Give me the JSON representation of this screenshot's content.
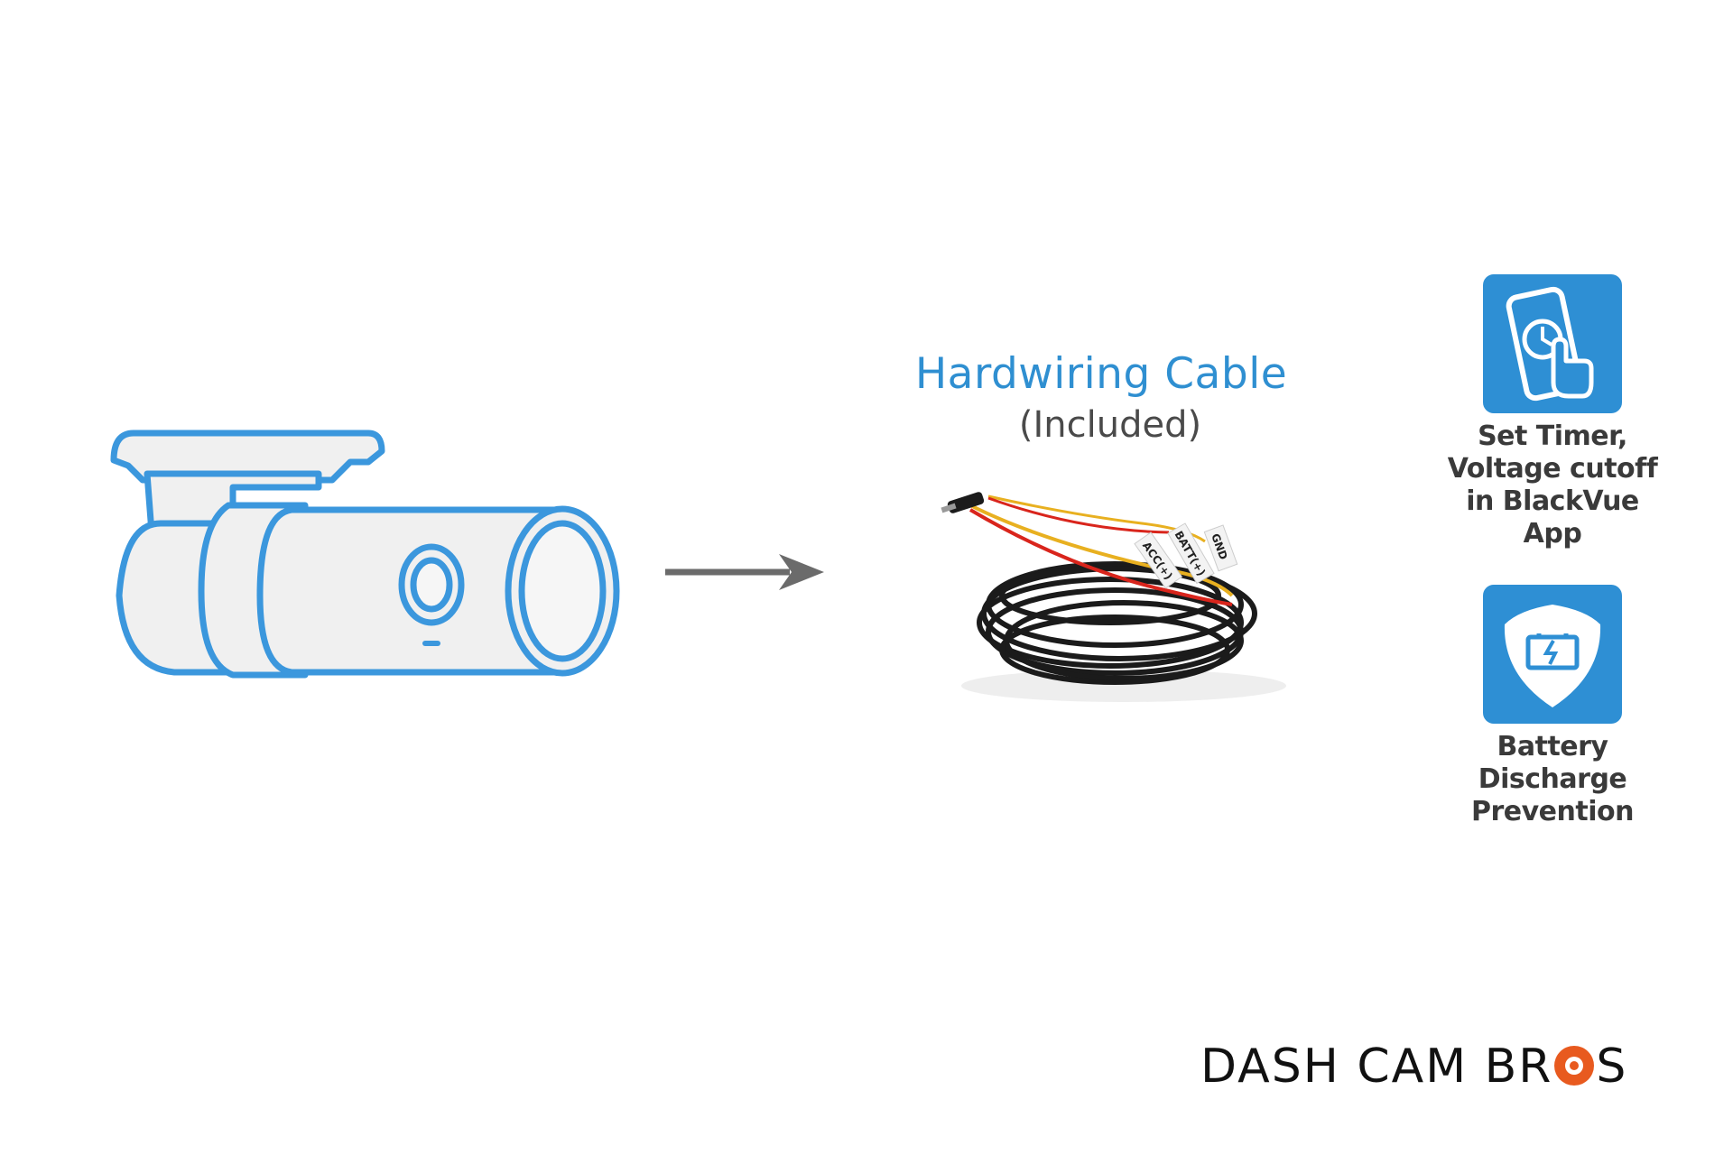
{
  "cable": {
    "title": "Hardwiring Cable",
    "subtitle": "(Included)",
    "labels": [
      "ACC(+)",
      "BATT(+)",
      "GND"
    ]
  },
  "features": [
    {
      "icon": "phone-app-icon",
      "lines": [
        "Set Timer,",
        "Voltage cutoff",
        "in BlackVue App"
      ]
    },
    {
      "icon": "battery-shield-icon",
      "lines": [
        "Battery",
        "Discharge",
        "Prevention"
      ]
    }
  ],
  "logo": {
    "text_before": "DASH CAM BR",
    "text_after": "S"
  },
  "colors": {
    "accent_blue": "#2e8fd4",
    "title_blue": "#2f8fd1",
    "camera_outline": "#3b97dd",
    "logo_orange": "#e85a1f",
    "arrow_gray": "#6b6b6b"
  }
}
